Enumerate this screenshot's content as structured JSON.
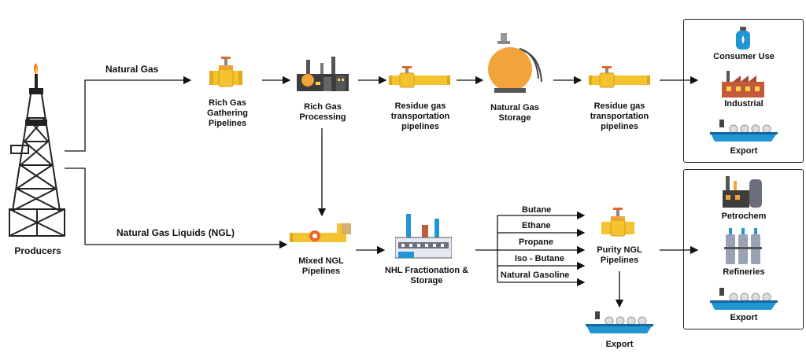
{
  "title": "",
  "producers": {
    "label": "Producers"
  },
  "gas_path": {
    "label": "Natural Gas",
    "steps": [
      {
        "label": "Rich Gas Gathering Pipelines"
      },
      {
        "label": "Rich Gas Processing"
      },
      {
        "label": "Residue gas transportation pipelines"
      },
      {
        "label": "Natural Gas Storage"
      },
      {
        "label": "Residue gas transportation pipelines"
      }
    ]
  },
  "ngl_path": {
    "label": "Natural Gas Liquids (NGL)",
    "steps": [
      {
        "label": "Mixed NGL Pipelines"
      },
      {
        "label": "NHL Fractionation & Storage"
      },
      {
        "label": "Purity NGL Pipelines"
      }
    ],
    "products": [
      "Butane",
      "Ethane",
      "Propane",
      "Iso - Butane",
      "Natural Gasoline"
    ],
    "export_label": "Export"
  },
  "gas_destinations": [
    "Consumer Use",
    "Industrial",
    "Export"
  ],
  "ngl_destinations": [
    "Petrochem",
    "Refineries",
    "Export"
  ],
  "colors": {
    "pipe": "#f4c430",
    "valve": "#e8672b",
    "tank": "#f2a33a",
    "ship": "#2196d3",
    "tower": "#222222"
  }
}
